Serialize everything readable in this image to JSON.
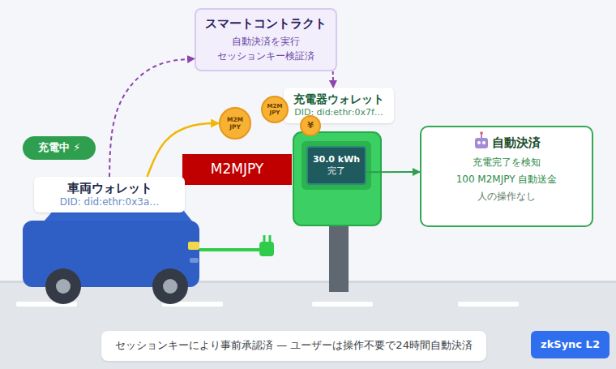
{
  "diagram": {
    "nodes": [
      {
        "text": [
          "スマートコントラクト",
          "自動決済を実行",
          "セッションキー検証済"
        ]
      },
      {
        "text": [
          "充電器ウォレット",
          "DID: did:ethr:0x7f…"
        ]
      },
      {
        "text": [
          "M2M JPY"
        ]
      },
      {
        "text": [
          "M2M JPY"
        ]
      },
      {
        "text": [
          "¥"
        ]
      },
      {
        "text": [
          "充電中 ⚡"
        ]
      },
      {
        "text": [
          "M2MJPY"
        ]
      },
      {
        "text": [
          "30.0 kWh",
          "完了"
        ]
      },
      {
        "text": [
          "自動決済",
          "充電完了を検知",
          "100 M2MJPY 自動送金",
          "人の操作なし"
        ]
      },
      {
        "text": [
          "車両ウォレット",
          "DID: did:ethr:0x3a…"
        ]
      },
      {
        "text": [
          "セッションキーにより事前承認済 — ユーザーは操作不要で24時間自動決済"
        ]
      },
      {
        "text": [
          "zkSync L2"
        ]
      }
    ],
    "edges": [
      {
        "from": 9,
        "to": 0,
        "arrow": "to"
      },
      {
        "from": 0,
        "to": 1,
        "arrow": "to"
      },
      {
        "from": 9,
        "to": 2,
        "arrow": "to"
      },
      {
        "from": 7,
        "to": 8,
        "arrow": "to"
      }
    ]
  }
}
